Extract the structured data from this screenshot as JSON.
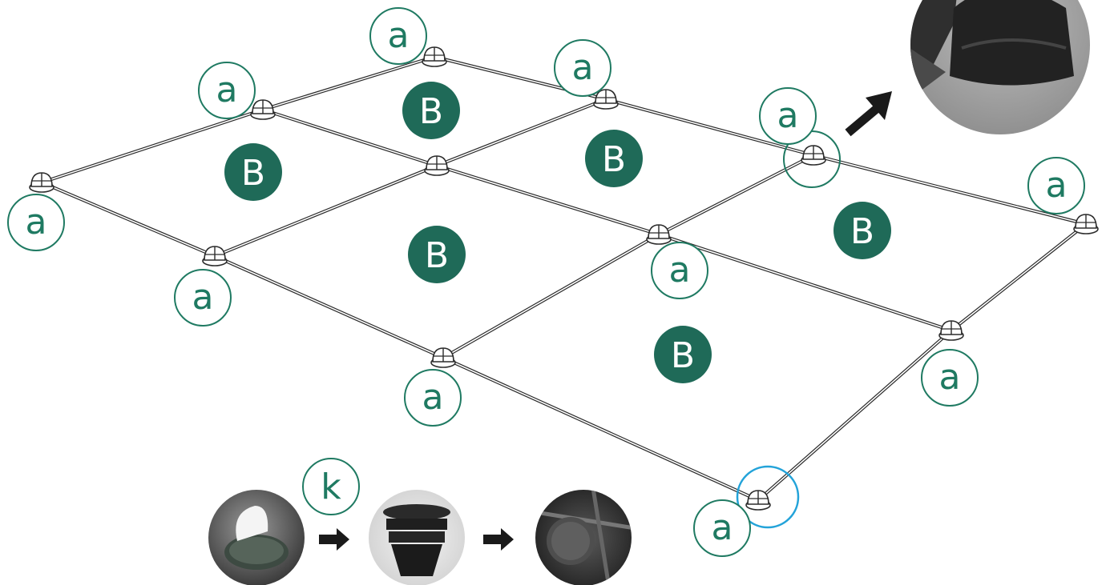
{
  "labels": {
    "connector": "a",
    "panel": "B",
    "pad": "k"
  },
  "colors": {
    "accent": "#1f7a62",
    "accent_fill": "#1f6a58",
    "highlight_ring": "#23a3d9",
    "frame": "#2b2b2b",
    "arrow": "#1a1a1a",
    "photo_bg": "#d9d9d9"
  },
  "icons": {
    "arrow": "arrow-right-icon",
    "pad_photo": "adhesive-felt-pad-photo",
    "cap_photo": "connector-cap-photo",
    "installed_photo": "installed-pad-photo",
    "zoom_photo": "connector-closeup-photo"
  }
}
